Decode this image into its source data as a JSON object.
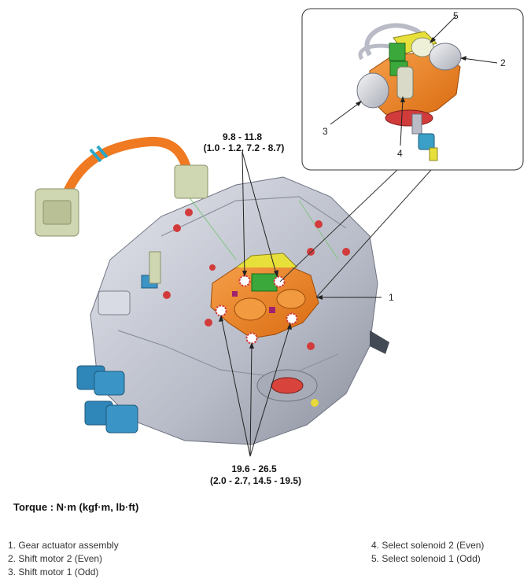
{
  "callouts": {
    "c1": "1",
    "c2": "2",
    "c3": "3",
    "c4": "4",
    "c5": "5"
  },
  "torque_specs": {
    "upper": {
      "nm": "9.8 - 11.8",
      "alt": "(1.0 - 1.2, 7.2 - 8.7)"
    },
    "lower": {
      "nm": "19.6 - 26.5",
      "alt": "(2.0 - 2.7, 14.5 - 19.5)"
    }
  },
  "torque_title": "Torque : N·m (kgf·m, lb·ft)",
  "legend": {
    "left": [
      "1. Gear actuator assembly",
      "2. Shift motor 2 (Even)",
      "3. Shift motor 1 (Odd)"
    ],
    "right": [
      "4. Select solenoid 2 (Even)",
      "5. Select solenoid 1 (Odd)"
    ]
  },
  "colors": {
    "actuator": "#ee7f1a",
    "housing": "#c9ccd6",
    "cable": "#f07a22",
    "connector": "#2f86b8",
    "solenoid": "#3aa83a",
    "bolt_ring": "#d23b3b"
  }
}
